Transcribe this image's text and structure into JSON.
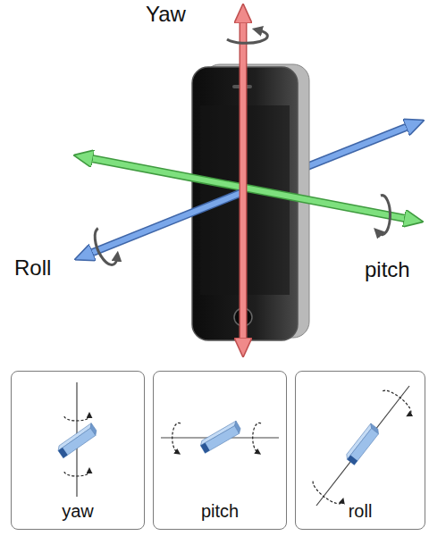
{
  "diagram": {
    "nodes": [
      {
        "text": [
          "yaw"
        ]
      },
      {
        "text": [
          "pitch"
        ]
      },
      {
        "text": [
          "roll"
        ]
      }
    ],
    "labels": [
      "Yaw",
      "Roll",
      "pitch"
    ]
  }
}
